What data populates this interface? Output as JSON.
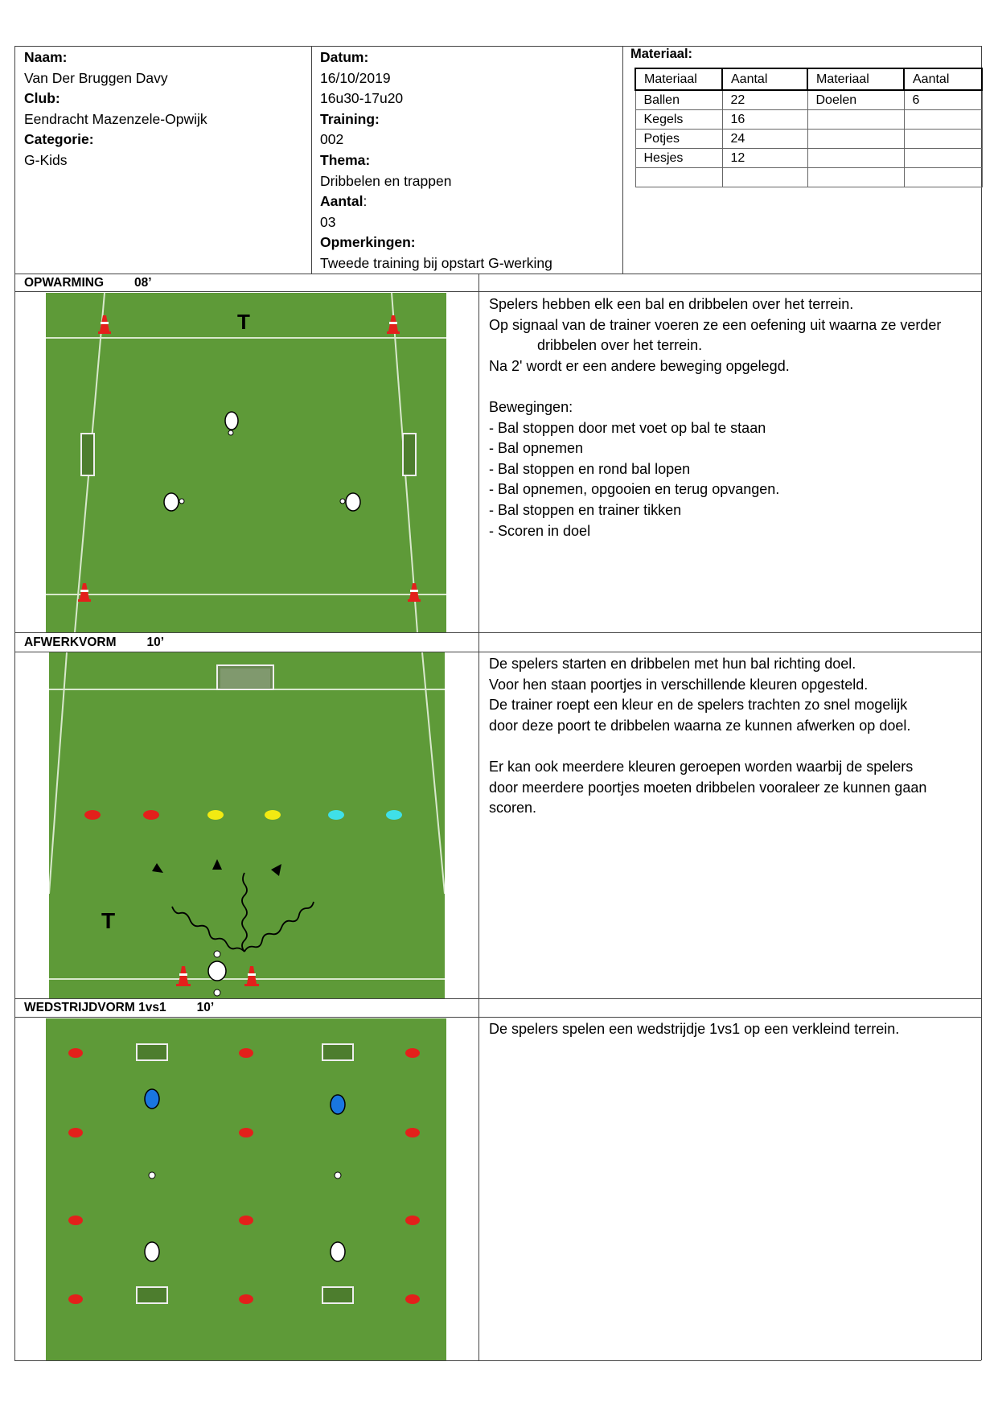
{
  "header": {
    "naam_label": "Naam:",
    "naam": "Van Der Bruggen Davy",
    "club_label": "Club:",
    "club": "Eendracht Mazenzele-Opwijk",
    "categorie_label": "Categorie:",
    "categorie": "G-Kids",
    "datum_label": "Datum:",
    "datum": "16/10/2019",
    "tijd": "16u30-17u20",
    "training_label": "Training:",
    "training": "002",
    "thema_label": "Thema:",
    "thema": "Dribbelen en trappen",
    "aantal_label": "Aantal",
    "aantal_colon": ":",
    "aantal": "03",
    "opmerkingen_label": "Opmerkingen:",
    "opmerkingen": "Tweede training bij opstart G-werking"
  },
  "materiaal": {
    "title": "Materiaal:",
    "columns": [
      "Materiaal",
      "Aantal",
      "Materiaal",
      "Aantal"
    ],
    "rows": [
      [
        "Ballen",
        "22",
        "Doelen",
        "6"
      ],
      [
        "Kegels",
        "16",
        "",
        ""
      ],
      [
        "Potjes",
        "24",
        "",
        ""
      ],
      [
        "Hesjes",
        "12",
        "",
        ""
      ],
      [
        "",
        "",
        "",
        ""
      ]
    ]
  },
  "sections": [
    {
      "title": "OPWARMING",
      "duration": "08’",
      "field_label": "T",
      "lines": [
        "Spelers hebben elk een bal en dribbelen over het terrein.",
        "Op signaal van de trainer voeren ze een oefening uit waarna ze verder",
        "dribbelen over het terrein.",
        "Na 2' wordt er een andere beweging opgelegd.",
        "",
        "Bewegingen:",
        "- Bal stoppen door met voet op bal te staan",
        "- Bal opnemen",
        "- Bal stoppen en rond bal lopen",
        "- Bal opnemen, opgooien en terug opvangen.",
        "- Bal stoppen en trainer tikken",
        "- Scoren in doel"
      ]
    },
    {
      "title": "AFWERKVORM",
      "duration": "10’",
      "field_label": "T",
      "lines": [
        "De spelers starten en dribbelen met hun bal richting doel.",
        "Voor hen staan poortjes in verschillende kleuren opgesteld.",
        "De trainer roept een kleur en de spelers trachten zo snel mogelijk",
        "door deze poort te dribbelen waarna ze kunnen afwerken op doel.",
        "",
        "Er kan ook meerdere kleuren geroepen worden waarbij de spelers",
        "door meerdere poortjes moeten dribbelen vooraleer ze kunnen gaan",
        "scoren."
      ]
    },
    {
      "title": "WEDSTRIJDVORM 1vs1",
      "duration": "10’",
      "lines": [
        "De spelers spelen een wedstrijdje 1vs1 op een verkleind terrein."
      ]
    }
  ],
  "colors": {
    "grass": "#5e9a38",
    "cone_red": "#e3201b",
    "cone_yellow": "#f2ea12",
    "cone_cyan": "#3fe0e8",
    "player_blue": "#1976e0",
    "goal_fill": "#4d7d2e"
  }
}
